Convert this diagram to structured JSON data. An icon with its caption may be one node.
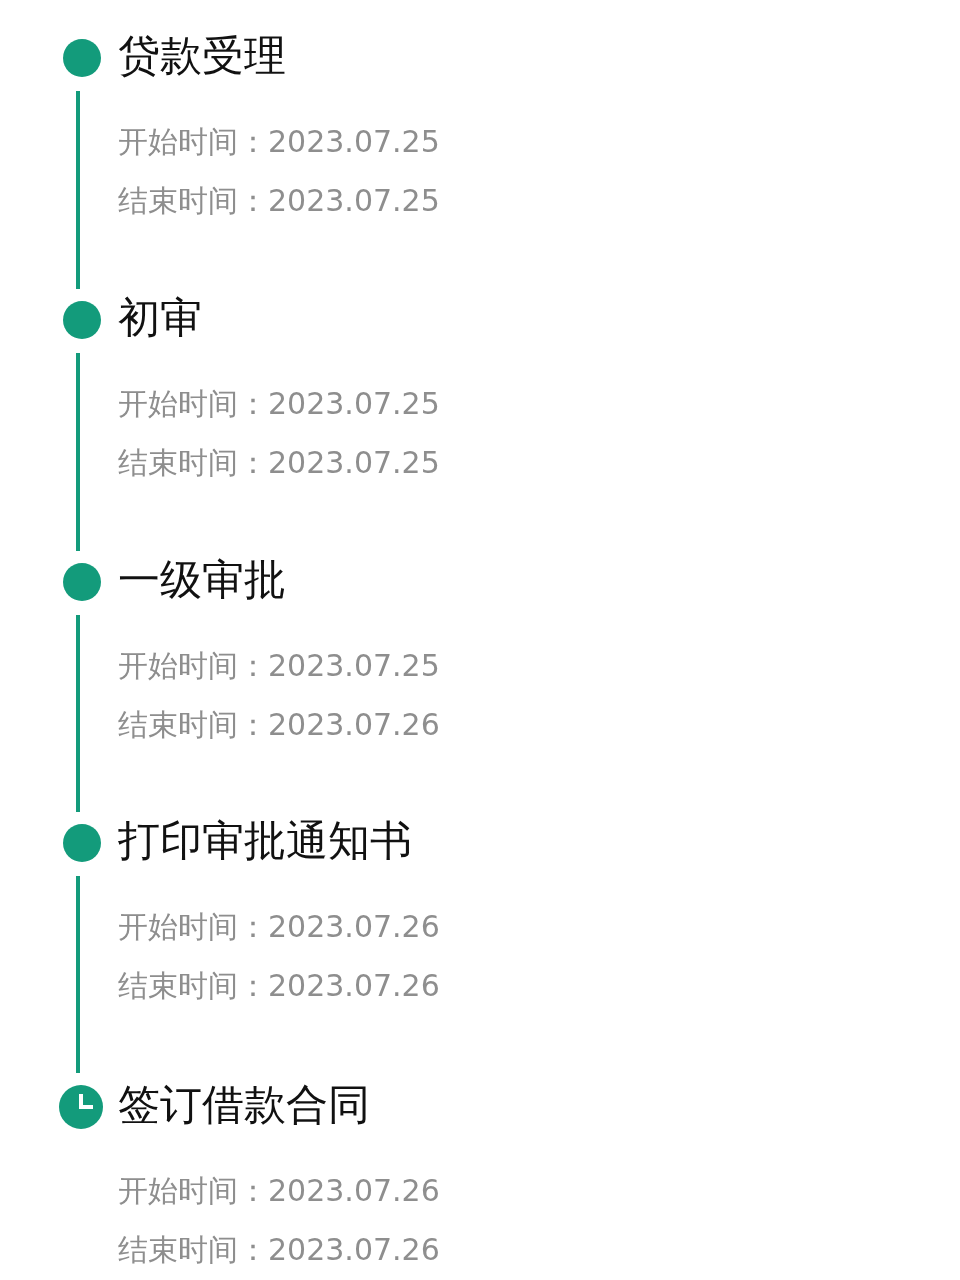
{
  "diagram": {
    "nodes": [
      {
        "text": [],
        "shape": "circle",
        "beside": [
          "贷款受理",
          "开始时间：2023.07.25",
          "结束时间：2023.07.25"
        ]
      },
      {
        "text": [],
        "shape": "circle",
        "beside": [
          "初审",
          "开始时间：2023.07.25",
          "结束时间：2023.07.25"
        ]
      },
      {
        "text": [],
        "shape": "circle",
        "beside": [
          "一级审批",
          "开始时间：2023.07.25",
          "结束时间：2023.07.26"
        ]
      },
      {
        "text": [],
        "shape": "circle",
        "beside": [
          "打印审批通知书",
          "开始时间：2023.07.26",
          "结束时间：2023.07.26"
        ]
      },
      {
        "text": [],
        "shape": "clock",
        "beside": [
          "签订借款合同",
          "开始时间：2023.07.26",
          "结束时间：2023.07.26"
        ]
      }
    ],
    "edges": [
      {
        "from": 0,
        "to": 1,
        "arrow": "none"
      },
      {
        "from": 1,
        "to": 2,
        "arrow": "none"
      },
      {
        "from": 2,
        "to": 3,
        "arrow": "none"
      },
      {
        "from": 3,
        "to": 4,
        "arrow": "none"
      }
    ]
  }
}
